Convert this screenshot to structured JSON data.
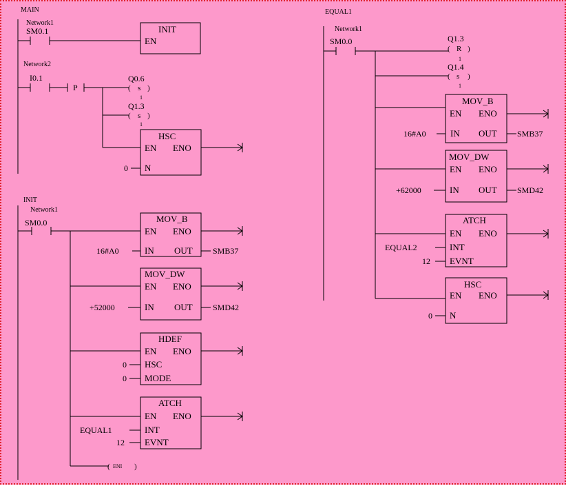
{
  "sections": {
    "main": {
      "title": "MAIN",
      "network1": {
        "label": "Network1",
        "contact": "SM0.1",
        "box": {
          "name": "INIT",
          "en": "EN"
        }
      },
      "network2": {
        "label": "Network2",
        "contact": "I0.1",
        "edge": "P",
        "coil1": {
          "addr": "Q0.6",
          "op": "s",
          "count": "1"
        },
        "coil2": {
          "addr": "Q1.3",
          "op": "s",
          "count": "1"
        },
        "box": {
          "name": "HSC",
          "en": "EN",
          "eno": "ENO",
          "in1": "N",
          "val1": "0"
        }
      }
    },
    "init": {
      "title": "INIT",
      "network1": {
        "label": "Network1",
        "contact": "SM0.0",
        "box1": {
          "name": "MOV_B",
          "en": "EN",
          "eno": "ENO",
          "in": "IN",
          "out": "OUT",
          "in_val": "16#A0",
          "out_val": "SMB37"
        },
        "box2": {
          "name": "MOV_DW",
          "en": "EN",
          "eno": "ENO",
          "in": "IN",
          "out": "OUT",
          "in_val": "+52000",
          "out_val": "SMD42"
        },
        "box3": {
          "name": "HDEF",
          "en": "EN",
          "eno": "ENO",
          "in1": "HSC",
          "in2": "MODE",
          "val1": "0",
          "val2": "0"
        },
        "box4": {
          "name": "ATCH",
          "en": "EN",
          "eno": "ENO",
          "in1": "INT",
          "in2": "EVNT",
          "val1": "EQUAL1",
          "val2": "12"
        },
        "coil": "ENI"
      }
    },
    "equal1": {
      "title": "EQUAL1",
      "network1": {
        "label": "Network1",
        "contact": "SM0.0",
        "coil1": {
          "addr": "Q1.3",
          "op": "R",
          "count": "1"
        },
        "coil2": {
          "addr": "Q1.4",
          "op": "s",
          "count": "1"
        },
        "box1": {
          "name": "MOV_B",
          "en": "EN",
          "eno": "ENO",
          "in": "IN",
          "out": "OUT",
          "in_val": "16#A0",
          "out_val": "SMB37"
        },
        "box2": {
          "name": "MOV_DW",
          "en": "EN",
          "eno": "ENO",
          "in": "IN",
          "out": "OUT",
          "in_val": "+62000",
          "out_val": "SMD42"
        },
        "box3": {
          "name": "ATCH",
          "en": "EN",
          "eno": "ENO",
          "in1": "INT",
          "in2": "EVNT",
          "val1": "EQUAL2",
          "val2": "12"
        },
        "box4": {
          "name": "HSC",
          "en": "EN",
          "eno": "ENO",
          "in1": "N",
          "val1": "0"
        }
      }
    }
  },
  "colors": {
    "background": "#fd99cb",
    "border": "#e0202a",
    "ink": "#000000"
  }
}
